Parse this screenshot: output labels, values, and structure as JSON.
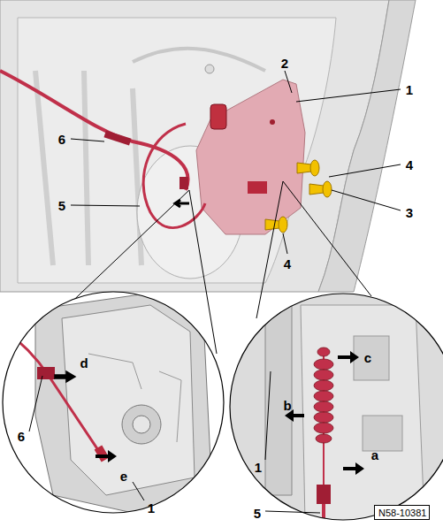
{
  "diagram": {
    "nodes": [
      {
        "text": [
          "N58-10381"
        ]
      }
    ],
    "labels": [
      "1",
      "2",
      "6",
      "5",
      "4",
      "3",
      "4",
      "6",
      "d",
      "e",
      "1",
      "c",
      "b",
      "a",
      "1",
      "5"
    ]
  }
}
